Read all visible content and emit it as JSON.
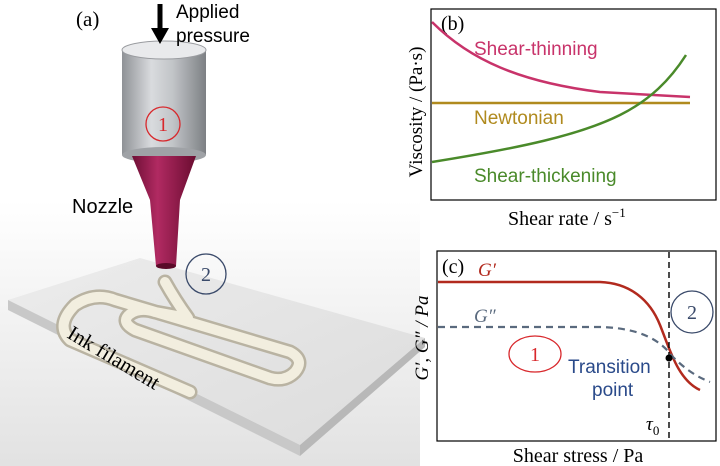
{
  "panel_a": {
    "label": "(a)",
    "pressure_label_1": "Applied",
    "pressure_label_2": "pressure",
    "nozzle_label": "Nozzle",
    "filament_label": "Ink filament",
    "marker_1": "1",
    "marker_2": "2"
  },
  "panel_b": {
    "label": "(b)",
    "ylabel": "Viscosity / (Pa·s)",
    "xlabel_main": "Shear rate / s",
    "xlabel_sup": "−1",
    "curves": [
      {
        "name": "Shear-thinning",
        "color": "#c8336a"
      },
      {
        "name": "Newtonian",
        "color": "#b08a1e"
      },
      {
        "name": "Shear-thickening",
        "color": "#4a8a2a"
      }
    ]
  },
  "panel_c": {
    "label": "(c)",
    "ylabel": "G′, G″ / Pa",
    "xlabel": "Shear stress / Pa",
    "g_prime": "G′",
    "g_double_prime": "G″",
    "transition_1": "Transition",
    "transition_2": "point",
    "tau": "τ",
    "tau_sub": "0",
    "region_1": "1",
    "region_2": "2",
    "colors": {
      "g_prime": "#b22a1e",
      "g_double_prime": "#5a6a7e",
      "transition": "#2a4a8a"
    }
  }
}
